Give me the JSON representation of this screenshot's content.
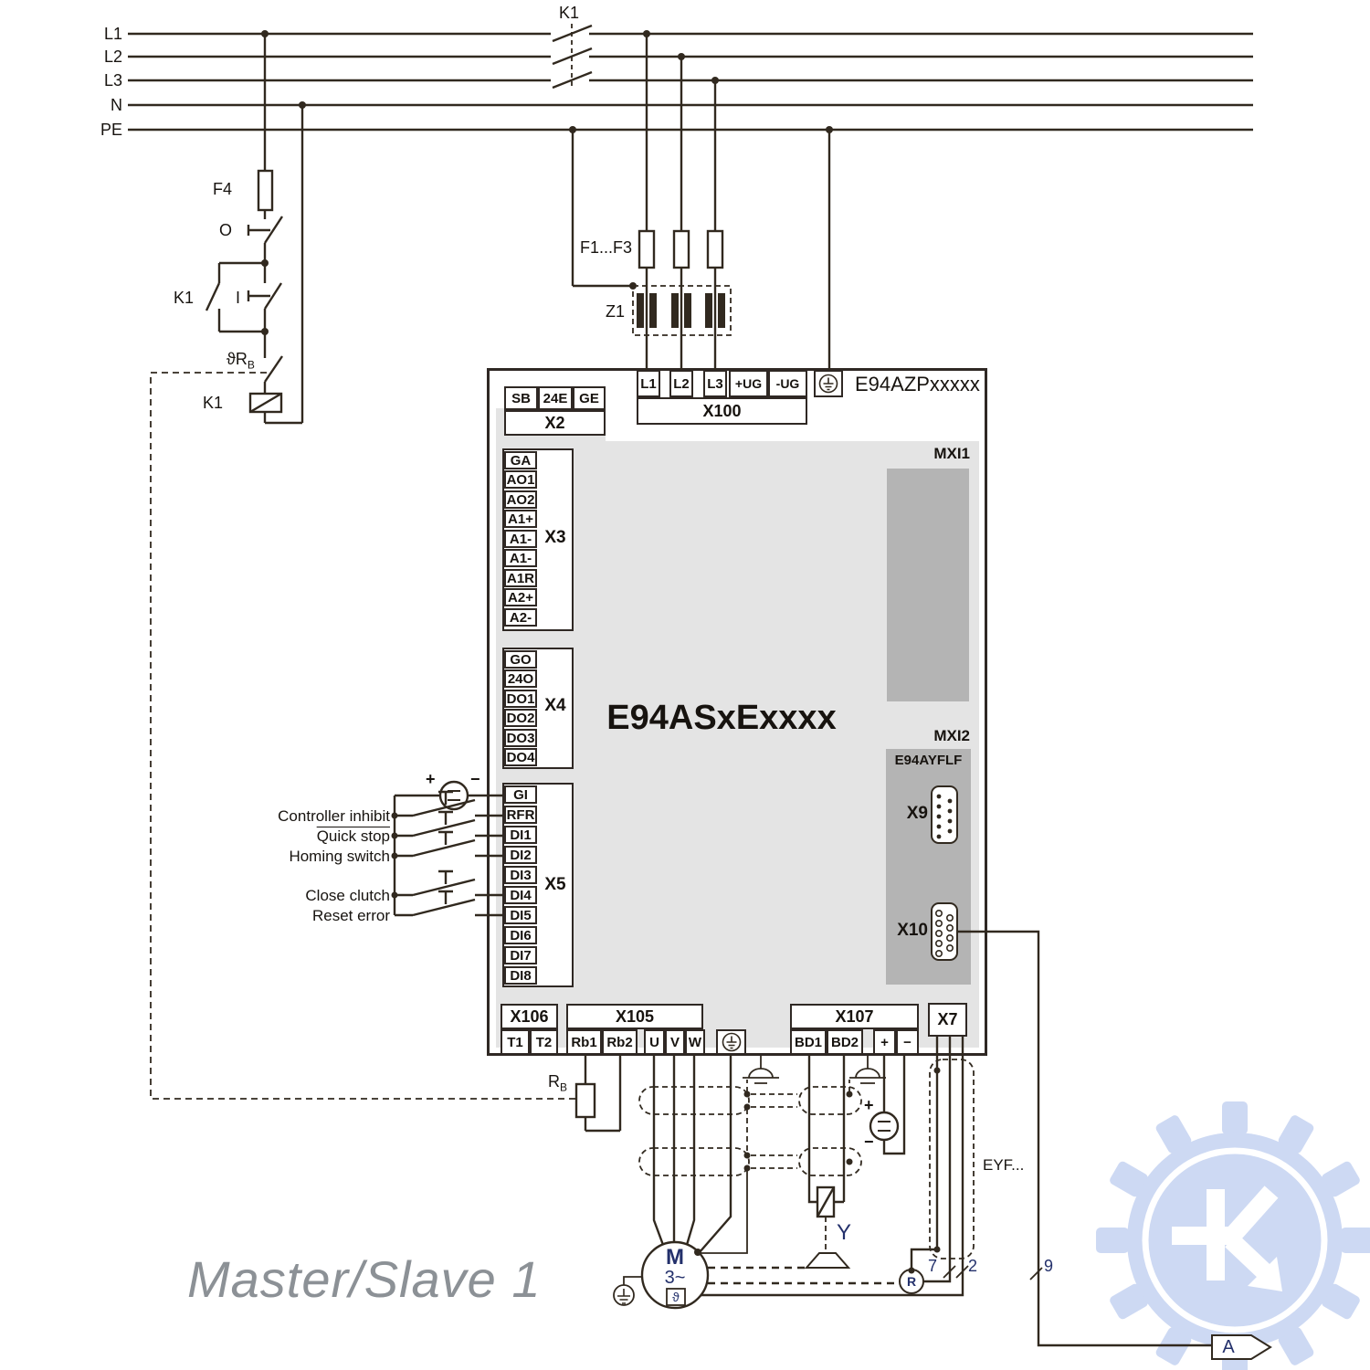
{
  "page": {
    "caption": "Master/Slave 1"
  },
  "bus": {
    "l1": "L1",
    "l2": "L2",
    "l3": "L3",
    "n": "N",
    "pe": "PE",
    "contactor": "K1"
  },
  "control_circuit": {
    "fuse": "F4",
    "stop": "O",
    "aux_contact": "K1",
    "start": "I",
    "thermal_main": "ϑR",
    "thermal_sub": "B",
    "coil": "K1"
  },
  "mains": {
    "fuses": "F1...F3",
    "filter": "Z1"
  },
  "drive": {
    "power_section": "E94AZPxxxxx",
    "model": "E94ASxExxxx",
    "x100": {
      "name": "X100",
      "pins": [
        "L1",
        "L2",
        "L3",
        "+UG",
        "-UG"
      ]
    },
    "x2": {
      "name": "X2",
      "pins": [
        "SB",
        "24E",
        "GE"
      ]
    },
    "x3": {
      "name": "X3",
      "pins": [
        "GA",
        "AO1",
        "AO2",
        "A1+",
        "A1-",
        "A1-",
        "A1R",
        "A2+",
        "A2-"
      ]
    },
    "x4": {
      "name": "X4",
      "pins": [
        "GO",
        "24O",
        "DO1",
        "DO2",
        "DO3",
        "DO4"
      ]
    },
    "x5": {
      "name": "X5",
      "pins": [
        "GI",
        "RFR",
        "DI1",
        "DI2",
        "DI3",
        "DI4",
        "DI5",
        "DI6",
        "DI7",
        "DI8"
      ]
    },
    "mxi1": "MXI1",
    "mxi2": "MXI2",
    "option_module": "E94AYFLF",
    "x9": "X9",
    "x10": "X10",
    "x106": {
      "name": "X106",
      "pins": [
        "T1",
        "T2"
      ]
    },
    "x105": {
      "name": "X105",
      "pins": [
        "Rb1",
        "Rb2",
        "U",
        "V",
        "W"
      ]
    },
    "x107": {
      "name": "X107",
      "pins": [
        "BD1",
        "BD2",
        "+",
        "−"
      ]
    },
    "x7": "X7"
  },
  "digital_inputs": {
    "plus": "+",
    "minus": "−",
    "labels": [
      "Controller inhibit",
      "Quick stop",
      "Homing switch",
      "Close clutch",
      "Reset error"
    ]
  },
  "bottom": {
    "rb_main": "R",
    "rb_sub": "B",
    "motor": "M",
    "motor_type": "3~",
    "temp": "ϑ",
    "brake": "Y",
    "resolver": "R",
    "cable": "EYF...",
    "n7": "7",
    "n2": "2",
    "n9": "9",
    "ref": "A",
    "supply_plus": "+",
    "supply_minus": "−"
  },
  "colors": {
    "wire": "#31291f",
    "panel": "#e4e4e4",
    "slot": "#b4b4b4",
    "watermark": "#cdd9f3",
    "caption": "#8c9196"
  }
}
